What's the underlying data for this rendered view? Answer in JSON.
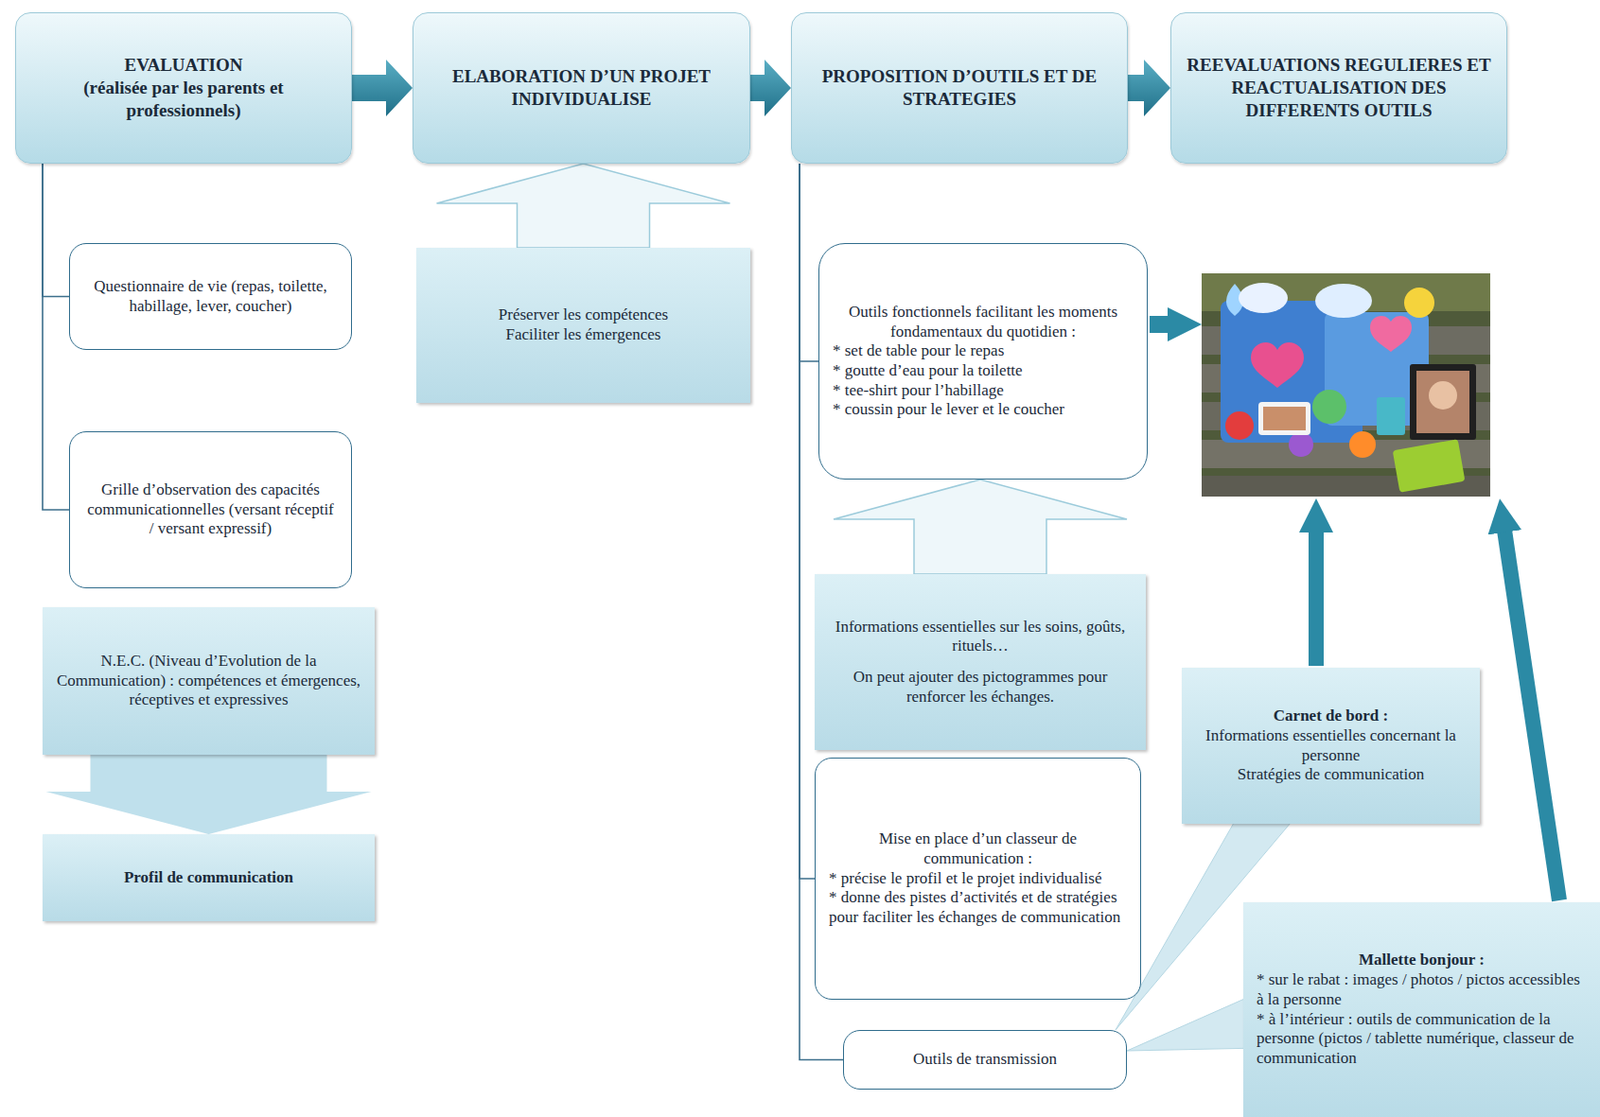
{
  "diagram": {
    "nodes": [
      {
        "text": [
          "EVALUATION",
          "(réalisée par les parents et professionnels)"
        ]
      },
      {
        "text": [
          "ELABORATION D’UN PROJET INDIVIDUALISE"
        ]
      },
      {
        "text": [
          "PROPOSITION D’OUTILS ET DE STRATEGIES"
        ]
      },
      {
        "text": [
          "REEVALUATIONS REGULIERES ET REACTUALISATION DES DIFFERENTS OUTILS"
        ]
      },
      {
        "text": [
          "Questionnaire de vie (repas, toilette, habillage, lever, coucher)"
        ]
      },
      {
        "text": [
          "Grille d’observation des capacités communicationnelles (versant réceptif / versant expressif)"
        ]
      },
      {
        "text": [
          "N.E.C. (Niveau d’Evolution de la Communication) : compétences et émergences, réceptives et expressives"
        ]
      },
      {
        "text": [
          "Profil de communication"
        ]
      },
      {
        "text": [
          "Préserver les compétences",
          "Faciliter les émergences"
        ]
      },
      {
        "text": [
          "Outils fonctionnels facilitant les moments fondamentaux du quotidien :",
          "* set de table pour le repas",
          "* goutte d’eau pour la toilette",
          "* tee-shirt pour l’habillage",
          "* coussin pour le lever et le coucher"
        ]
      },
      {
        "text": [
          "Informations essentielles sur les soins, goûts, rituels…",
          "On peut ajouter des pictogrammes pour renforcer les échanges."
        ]
      },
      {
        "text": [
          "Mise en place d’un classeur de communication :",
          "* précise le profil et le projet individualisé",
          "* donne des pistes d’activités et de stratégies pour faciliter les échanges de communication"
        ]
      },
      {
        "text": [
          "Outils de transmission"
        ]
      },
      {
        "text": [
          "Carnet de bord :",
          "Informations essentielles concernant la personne",
          "Stratégies de communication"
        ]
      },
      {
        "text": [
          "Mallette bonjour :",
          "* sur le rabat : images / photos / pictos accessibles à la personne",
          "* à l’intérieur : outils de communication de la personne (pictos / tablette numérique, classeur de communication"
        ]
      }
    ],
    "edges": [
      {
        "from": 0,
        "to": 1,
        "arrow": "to"
      },
      {
        "from": 1,
        "to": 2,
        "arrow": "to"
      },
      {
        "from": 2,
        "to": 3,
        "arrow": "to"
      },
      {
        "from": 0,
        "to": 4,
        "arrow": "none"
      },
      {
        "from": 0,
        "to": 5,
        "arrow": "none"
      },
      {
        "from": 6,
        "to": 7,
        "arrow": "to"
      },
      {
        "from": 8,
        "to": 1,
        "arrow": "to"
      },
      {
        "from": 2,
        "to": 9,
        "arrow": "none"
      },
      {
        "from": 10,
        "to": 9,
        "arrow": "to"
      },
      {
        "from": 2,
        "to": 11,
        "arrow": "none"
      },
      {
        "from": 2,
        "to": 12,
        "arrow": "none"
      },
      {
        "from": 12,
        "to": 13,
        "arrow": "none"
      },
      {
        "from": 12,
        "to": 14,
        "arrow": "none"
      }
    ]
  }
}
